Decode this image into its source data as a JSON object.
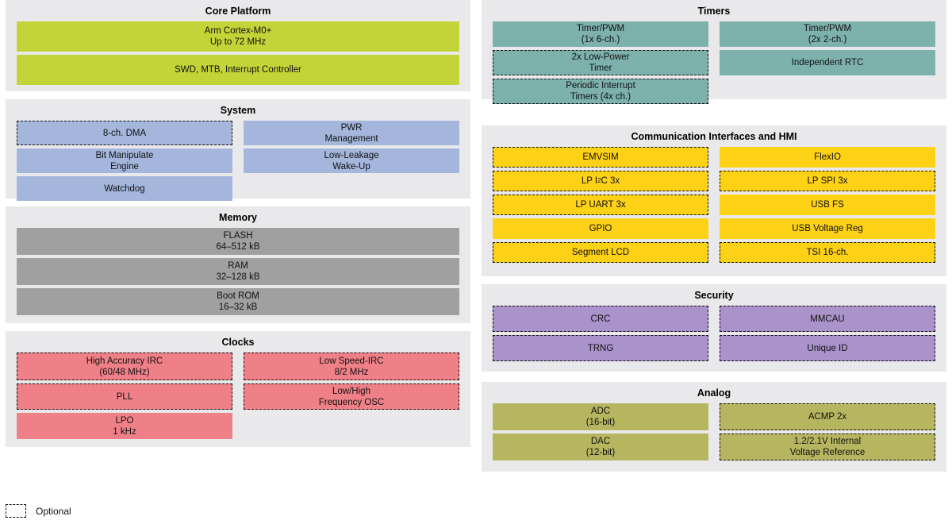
{
  "legend": {
    "optional_label": "Optional"
  },
  "panels": {
    "core_platform": {
      "title": "Core Platform",
      "blocks": [
        {
          "label": "Arm Cortex-M0+\nUp to 72 MHz",
          "optional": false,
          "lines": 2
        },
        {
          "label": "SWD, MTB, Interrupt Controller",
          "optional": false,
          "lines": 2
        }
      ]
    },
    "system": {
      "title": "System",
      "left_blocks": [
        {
          "label": "8-ch. DMA",
          "optional": true,
          "lines": 1
        },
        {
          "label": "Bit Manipulate\nEngine",
          "optional": false,
          "lines": 2
        },
        {
          "label": "Watchdog",
          "optional": false,
          "lines": 1
        }
      ],
      "right_blocks": [
        {
          "label": "PWR\nManagement",
          "optional": false,
          "lines": 2
        },
        {
          "label": "Low-Leakage\nWake-Up",
          "optional": false,
          "lines": 2
        }
      ]
    },
    "memory": {
      "title": "Memory",
      "blocks": [
        {
          "label": "FLASH\n64–512 kB",
          "optional": false,
          "lines": 2
        },
        {
          "label": "RAM\n32–128 kB",
          "optional": false,
          "lines": 2
        },
        {
          "label": "Boot ROM\n16–32 kB",
          "optional": false,
          "lines": 2
        }
      ]
    },
    "clocks": {
      "title": "Clocks",
      "left_blocks": [
        {
          "label": "High Accuracy IRC\n(60/48 MHz)",
          "optional": true,
          "lines": 2
        },
        {
          "label": "PLL",
          "optional": true,
          "lines": 2
        },
        {
          "label": "LPO\n1 kHz",
          "optional": false,
          "lines": 2
        }
      ],
      "right_blocks": [
        {
          "label": "Low Speed-IRC\n8/2 MHz",
          "optional": true,
          "lines": 2
        },
        {
          "label": "Low/High\nFrequency OSC",
          "optional": true,
          "lines": 2
        }
      ]
    },
    "timers": {
      "title": "Timers",
      "left_blocks": [
        {
          "label": "Timer/PWM\n(1x 6-ch.)",
          "optional": false,
          "lines": 2
        },
        {
          "label": "2x Low-Power\nTimer",
          "optional": true,
          "lines": 2
        },
        {
          "label": "Periodic Interrupt\nTimers (4x ch.)",
          "optional": true,
          "lines": 2
        }
      ],
      "right_blocks": [
        {
          "label": "Timer/PWM\n(2x 2-ch.)",
          "optional": false,
          "lines": 2
        },
        {
          "label": "Independent RTC",
          "optional": false,
          "lines": 2
        }
      ]
    },
    "communication": {
      "title": "Communication Interfaces and HMI",
      "left_blocks": [
        {
          "label": "EMVSIM",
          "optional": true,
          "lines": 1
        },
        {
          "label": "LP I²C 3x",
          "optional": true,
          "lines": 1
        },
        {
          "label": "LP UART 3x",
          "optional": true,
          "lines": 1
        },
        {
          "label": "GPIO",
          "optional": false,
          "lines": 1
        },
        {
          "label": "Segment LCD",
          "optional": true,
          "lines": 1
        }
      ],
      "right_blocks": [
        {
          "label": "FlexIO",
          "optional": false,
          "lines": 1
        },
        {
          "label": "LP SPI 3x",
          "optional": true,
          "lines": 1
        },
        {
          "label": "USB FS",
          "optional": false,
          "lines": 1
        },
        {
          "label": "USB Voltage Reg",
          "optional": false,
          "lines": 1
        },
        {
          "label": "TSI 16-ch.",
          "optional": true,
          "lines": 1
        }
      ]
    },
    "security": {
      "title": "Security",
      "left_blocks": [
        {
          "label": "CRC",
          "optional": true,
          "lines": 1
        },
        {
          "label": "TRNG",
          "optional": true,
          "lines": 1
        }
      ],
      "right_blocks": [
        {
          "label": "MMCAU",
          "optional": true,
          "lines": 1
        },
        {
          "label": "Unique ID",
          "optional": true,
          "lines": 1
        }
      ]
    },
    "analog": {
      "title": "Analog",
      "left_blocks": [
        {
          "label": "ADC\n(16-bit)",
          "optional": false,
          "lines": 2
        },
        {
          "label": "DAC\n(12-bit)",
          "optional": false,
          "lines": 2
        }
      ],
      "right_blocks": [
        {
          "label": "ACMP 2x",
          "optional": true,
          "lines": 2
        },
        {
          "label": "1.2/2.1V Internal\nVoltage Reference",
          "optional": true,
          "lines": 2
        }
      ]
    }
  },
  "colors": {
    "core_platform": "#c2d437",
    "system": "#a4b6dc",
    "memory": "#a0a0a0",
    "clocks": "#f08088",
    "timers": "#7db1ac",
    "communication": "#fdd116",
    "security": "#aa92ca",
    "analog": "#b7b660",
    "panel_background": "#e9e9eb",
    "page_background": "#ffffff",
    "optional_border": "#111111"
  }
}
